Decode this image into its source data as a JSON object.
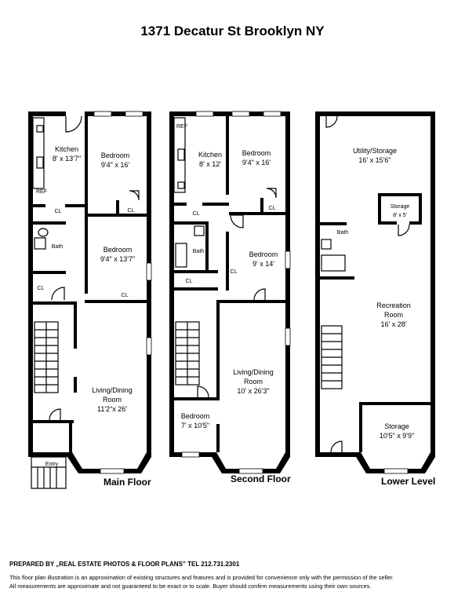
{
  "title": "1371 Decatur St Brooklyn NY",
  "floors": {
    "main": {
      "name": "Main Floor",
      "kitchen": {
        "name": "Kitchen",
        "dims": "8' x 13'7\""
      },
      "bedroom1": {
        "name": "Bedroom",
        "dims": "9'4\" x 16'"
      },
      "bedroom2": {
        "name": "Bedroom",
        "dims": "9'4\" x 13'7\""
      },
      "bath": "Bath",
      "ref": "REF",
      "cl": "CL",
      "living_name1": "Living/Dining",
      "living_name2": "Room",
      "living_dims": "11'2\"x 26'",
      "entry": "Entry"
    },
    "second": {
      "name": "Second Floor",
      "kitchen": {
        "name": "Kitchen",
        "dims": "8' x 12'"
      },
      "bedroom1": {
        "name": "Bedroom",
        "dims": "9'4\" x 16'"
      },
      "bedroom2": {
        "name": "Bedroom",
        "dims": "9' x 14'"
      },
      "bedroom3": {
        "name": "Bedroom",
        "dims": "7' x 10'5\""
      },
      "bath": "Bath",
      "ref": "REF",
      "cl": "CL",
      "living_name1": "Living/Dining",
      "living_name2": "Room",
      "living_dims": "10' x 26'3\""
    },
    "lower": {
      "name": "Lower Level",
      "utility": {
        "name": "Utility/Storage",
        "dims": "16' x 15'6\""
      },
      "storage_small": {
        "name": "Storage",
        "dims": "8' x 5'"
      },
      "bath": "Bath",
      "rec_name1": "Recreation",
      "rec_name2": "Room",
      "rec_dims": "16' x 28'",
      "storage": {
        "name": "Storage",
        "dims": "10'5\" x 9'9\""
      }
    }
  },
  "footer": {
    "prepared": "PREPARED BY „REAL ESTATE PHOTOS & FLOOR PLANS” TEL 212.731.2301",
    "line1": "This floor plan illustration is an approximation of existing structures and features and is provided for convenience only with the permission of the seller.",
    "line2": "All measurements are approximate and not guaranteed to be exact or to scale. Buyer should confirm measurements using their own sources."
  }
}
